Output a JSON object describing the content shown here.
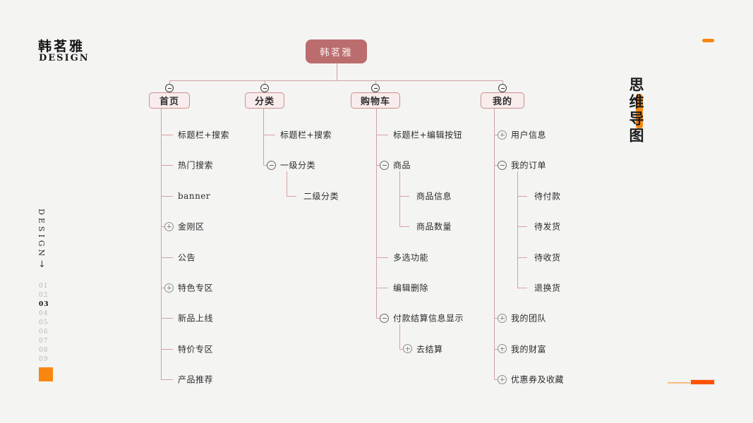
{
  "page": {
    "background": "#f4f4f3",
    "accent_orange": "#f8870f",
    "accent_red_orange": "#ff5301",
    "node_fill": "#f9ecec",
    "node_border": "#c9908f",
    "root_fill": "#bb6d6d",
    "line_color": "#d2a2a2"
  },
  "brand": {
    "logo_cn": "韩茗雅",
    "logo_en": "DESIGN"
  },
  "left_rail": {
    "vertical_label": "DESIGN",
    "arrow_icon": "↓",
    "page_numbers": [
      "01",
      "02",
      "03",
      "04",
      "05",
      "06",
      "07",
      "08",
      "09"
    ],
    "active_page": "03"
  },
  "right_rail": {
    "vertical_title": "思维导图"
  },
  "mindmap": {
    "root": {
      "label": "韩茗雅"
    },
    "branches": [
      {
        "label": "首页",
        "collapse_icon": "minus",
        "items": [
          {
            "label": "标题栏+搜索"
          },
          {
            "label": "热门搜索"
          },
          {
            "label": "banner"
          },
          {
            "label": "金刚区",
            "icon": "plus"
          },
          {
            "label": "公告"
          },
          {
            "label": "特色专区",
            "icon": "plus"
          },
          {
            "label": "新品上线"
          },
          {
            "label": "特价专区"
          },
          {
            "label": "产品推荐"
          }
        ]
      },
      {
        "label": "分类",
        "collapse_icon": "minus",
        "items": [
          {
            "label": "标题栏+搜索"
          },
          {
            "label": "一级分类",
            "icon": "minus",
            "children": [
              {
                "label": "二级分类"
              }
            ]
          }
        ]
      },
      {
        "label": "购物车",
        "collapse_icon": "minus",
        "items": [
          {
            "label": "标题栏+编辑按钮"
          },
          {
            "label": "商品",
            "icon": "minus",
            "children": [
              {
                "label": "商品信息"
              },
              {
                "label": "商品数量"
              }
            ]
          },
          {
            "label": "多选功能"
          },
          {
            "label": "编辑删除"
          },
          {
            "label": "付款结算信息显示",
            "icon": "minus",
            "children": [
              {
                "label": "去结算",
                "icon": "plus"
              }
            ]
          }
        ]
      },
      {
        "label": "我的",
        "collapse_icon": "minus",
        "items": [
          {
            "label": "用户信息",
            "icon": "plus"
          },
          {
            "label": "我的订单",
            "icon": "minus",
            "children": [
              {
                "label": "待付款"
              },
              {
                "label": "待发货"
              },
              {
                "label": "待收货"
              },
              {
                "label": "退换货"
              }
            ]
          },
          {
            "label": "我的团队",
            "icon": "plus"
          },
          {
            "label": "我的财富",
            "icon": "plus"
          },
          {
            "label": "优惠券及收藏",
            "icon": "plus"
          }
        ]
      }
    ]
  }
}
